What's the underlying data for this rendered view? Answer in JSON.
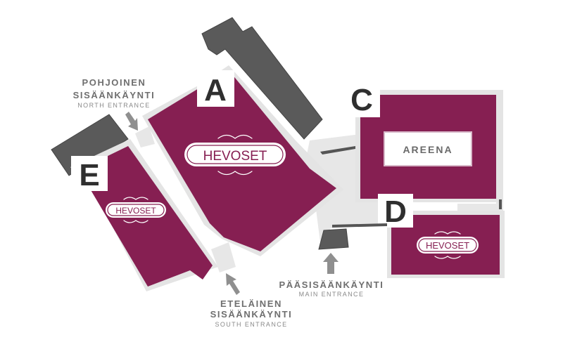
{
  "map": {
    "halls": [
      {
        "letter": "A",
        "label": "HEVOSET"
      },
      {
        "letter": "C",
        "label": "AREENA"
      },
      {
        "letter": "D",
        "label": "HEVOSET"
      },
      {
        "letter": "E",
        "label": "HEVOSET"
      }
    ],
    "entrances": {
      "north": {
        "fi_line1": "POHJOINEN",
        "fi_line2": "SISÄÄNKÄYNTI",
        "en": "NORTH ENTRANCE"
      },
      "main": {
        "fi_line1": "PÄÄSISÄÄNKÄYNTI",
        "en": "MAIN ENTRANCE"
      },
      "south": {
        "fi_line1": "ETELÄINEN",
        "fi_line2": "SISÄÄNKÄYNTI",
        "en": "SOUTH ENTRANCE"
      }
    },
    "colors": {
      "hall": "#861f52",
      "service_building": "#5a5a5a",
      "corridor": "#e7e7e7",
      "label_text": "#6f6f6f"
    }
  }
}
